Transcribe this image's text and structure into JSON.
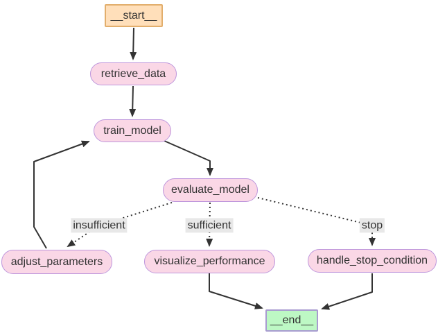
{
  "diagram": {
    "type": "state-graph-flowchart",
    "background": "#ffffff",
    "edge_color": "#333333",
    "edge_label_background": "#e8e8e8",
    "text_color": "#333333",
    "nodes": {
      "start": {
        "label": "__start__",
        "shape": "rectangle",
        "fill": "#ffdfba",
        "stroke": "#e2ae6c"
      },
      "retrieve_data": {
        "label": "retrieve_data",
        "shape": "stadium",
        "fill": "#fad7e6",
        "stroke": "#be96dc"
      },
      "train_model": {
        "label": "train_model",
        "shape": "stadium",
        "fill": "#fad7e6",
        "stroke": "#be96dc"
      },
      "evaluate_model": {
        "label": "evaluate_model",
        "shape": "stadium",
        "fill": "#fad7e6",
        "stroke": "#be96dc"
      },
      "adjust_parameters": {
        "label": "adjust_parameters",
        "shape": "stadium",
        "fill": "#fad7e6",
        "stroke": "#be96dc"
      },
      "visualize_performance": {
        "label": "visualize_performance",
        "shape": "stadium",
        "fill": "#fad7e6",
        "stroke": "#be96dc"
      },
      "handle_stop_condition": {
        "label": "handle_stop_condition",
        "shape": "stadium",
        "fill": "#fad7e6",
        "stroke": "#be96dc"
      },
      "end": {
        "label": "__end__",
        "shape": "rectangle",
        "fill": "#bdf8c4",
        "stroke": "#a89bd0"
      }
    },
    "edges": [
      {
        "from": "__start__",
        "to": "retrieve_data",
        "style": "solid",
        "label": ""
      },
      {
        "from": "retrieve_data",
        "to": "train_model",
        "style": "solid",
        "label": ""
      },
      {
        "from": "train_model",
        "to": "evaluate_model",
        "style": "solid",
        "label": ""
      },
      {
        "from": "adjust_parameters",
        "to": "train_model",
        "style": "solid",
        "label": ""
      },
      {
        "from": "evaluate_model",
        "to": "adjust_parameters",
        "style": "dotted",
        "label": "insufficient"
      },
      {
        "from": "evaluate_model",
        "to": "visualize_performance",
        "style": "dotted",
        "label": "sufficient"
      },
      {
        "from": "evaluate_model",
        "to": "handle_stop_condition",
        "style": "dotted",
        "label": "stop"
      },
      {
        "from": "visualize_performance",
        "to": "__end__",
        "style": "solid",
        "label": ""
      },
      {
        "from": "handle_stop_condition",
        "to": "__end__",
        "style": "solid",
        "label": ""
      }
    ]
  }
}
